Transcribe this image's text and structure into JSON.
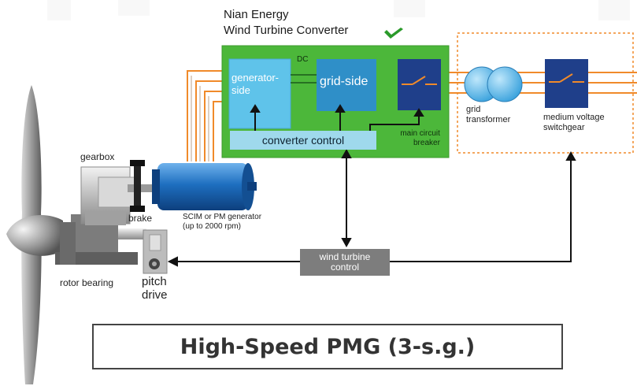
{
  "header": {
    "company": "Nian Energy",
    "subtitle": "Wind Turbine Converter"
  },
  "converter": {
    "dc_label": "DC",
    "generator_side": [
      "generator-",
      "side"
    ],
    "grid_side": "grid-side",
    "converter_control": "converter control",
    "breaker_label": [
      "main circuit",
      "breaker"
    ]
  },
  "grid": {
    "transformer_label": [
      "grid",
      "transformer"
    ],
    "switchgear_label": [
      "medium voltage",
      "switchgear"
    ]
  },
  "drivetrain": {
    "gearbox": "gearbox",
    "brake": "brake",
    "generator_label": [
      "SCIM or PM generator",
      "(up to 2000 rpm)"
    ],
    "rotor_bearing": "rotor bearing",
    "pitch_drive": [
      "pitch",
      "drive"
    ]
  },
  "control": {
    "wind_turbine_control": [
      "wind turbine",
      "control"
    ]
  },
  "caption": "High-Speed PMG (3-s.g.)",
  "colors": {
    "converter_green": "#4cb73a",
    "module_blue": "#2f8fc8",
    "breaker_navy": "#1f3f8a",
    "cable_orange": "#f08a2a",
    "generator_blue": "#1e6fc0",
    "control_gray": "#7d7d7d",
    "logo_green": "#2a9a2a"
  }
}
